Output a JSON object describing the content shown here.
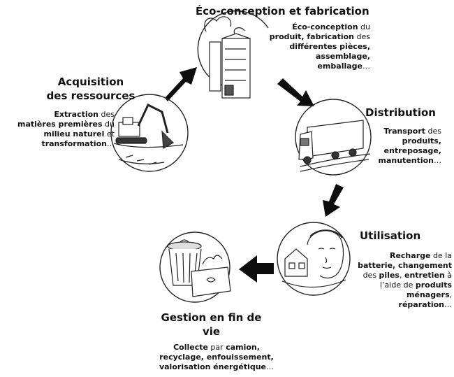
{
  "stages": {
    "acquisition": {
      "title_line1": "Acquisition",
      "title_line2": "des ressources",
      "desc": [
        [
          {
            "t": "Extraction",
            "b": true
          },
          {
            "t": " des",
            "b": false
          }
        ],
        [
          {
            "t": "matières premières",
            "b": true
          },
          {
            "t": " du",
            "b": false
          }
        ],
        [
          {
            "t": "milieu naturel",
            "b": true
          },
          {
            "t": " et",
            "b": false
          }
        ],
        [
          {
            "t": "transformation",
            "b": true
          },
          {
            "t": "…",
            "b": false
          }
        ]
      ]
    },
    "ecoconception": {
      "title": "Éco-conception et fabrication",
      "desc": [
        [
          {
            "t": "Éco-conception",
            "b": true
          },
          {
            "t": " du",
            "b": false
          }
        ],
        [
          {
            "t": "produit, fabrication",
            "b": true
          },
          {
            "t": " des",
            "b": false
          }
        ],
        [
          {
            "t": "différentes pièces,",
            "b": true
          }
        ],
        [
          {
            "t": "assemblage,",
            "b": true
          }
        ],
        [
          {
            "t": "emballage",
            "b": true
          },
          {
            "t": "…",
            "b": false
          }
        ]
      ]
    },
    "distribution": {
      "title": "Distribution",
      "desc": [
        [
          {
            "t": "Transport",
            "b": true
          },
          {
            "t": " des",
            "b": false
          }
        ],
        [
          {
            "t": "produits,",
            "b": true
          }
        ],
        [
          {
            "t": "entreposage,",
            "b": true
          }
        ],
        [
          {
            "t": "manutention",
            "b": true
          },
          {
            "t": "…",
            "b": false
          }
        ]
      ]
    },
    "utilisation": {
      "title": "Utilisation",
      "desc": [
        [
          {
            "t": "Recharge",
            "b": true
          },
          {
            "t": " de la",
            "b": false
          }
        ],
        [
          {
            "t": "batterie, changement",
            "b": true
          }
        ],
        [
          {
            "t": "des ",
            "b": false
          },
          {
            "t": "piles",
            "b": true
          },
          {
            "t": ", ",
            "b": false
          },
          {
            "t": "entretien",
            "b": true
          },
          {
            "t": " à",
            "b": false
          }
        ],
        [
          {
            "t": "l’aide",
            "b": false
          },
          {
            "t": " de ",
            "b": false
          },
          {
            "t": "produits",
            "b": true
          }
        ],
        [
          {
            "t": "ménagers",
            "b": true
          },
          {
            "t": ",",
            "b": false
          }
        ],
        [
          {
            "t": "réparation",
            "b": true
          },
          {
            "t": "…",
            "b": false
          }
        ]
      ]
    },
    "fin_de_vie": {
      "title_line1": "Gestion en fin de",
      "title_line2": "vie",
      "desc": [
        [
          {
            "t": "Collecte",
            "b": true
          },
          {
            "t": " par ",
            "b": false
          },
          {
            "t": "camion,",
            "b": true
          }
        ],
        [
          {
            "t": "recyclage, enfouissement,",
            "b": true
          }
        ],
        [
          {
            "t": "valorisation énergétique",
            "b": true
          },
          {
            "t": "…",
            "b": false
          }
        ]
      ]
    }
  },
  "icons": {
    "acquisition": "excavator-icon",
    "ecoconception": "factory-icon",
    "distribution": "truck-icon",
    "utilisation": "person-house-icon",
    "fin_de_vie": "trash-bin-icon"
  },
  "colors": {
    "ink": "#111111",
    "arrow": "#0d0d0d",
    "sketch": "#222222"
  }
}
